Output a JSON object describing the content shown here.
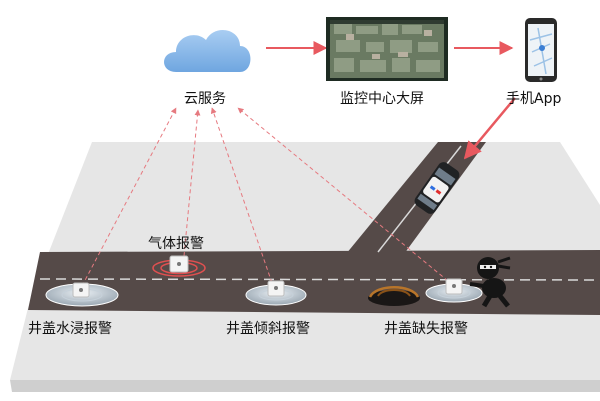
{
  "nodes": {
    "cloud": {
      "label": "云服务",
      "icon": "cloud-icon",
      "color": "#7fb3e8"
    },
    "monitor": {
      "label": "监控中心大屏",
      "icon": "monitor-screen-icon"
    },
    "phone": {
      "label": "手机App",
      "icon": "smartphone-icon"
    }
  },
  "sensors": [
    {
      "id": "gas",
      "label": "气体报警",
      "icon": "gas-sensor-icon"
    },
    {
      "id": "water",
      "label": "井盖水浸报警",
      "icon": "manhole-water-sensor-icon"
    },
    {
      "id": "tilt",
      "label": "井盖倾斜报警",
      "icon": "manhole-tilt-sensor-icon"
    },
    {
      "id": "missing",
      "label": "井盖缺失报警",
      "icon": "manhole-missing-sensor-icon"
    }
  ],
  "scene_icons": [
    "police-car-icon",
    "thief-ninja-icon",
    "open-manhole-icon"
  ],
  "colors": {
    "arrow": "#e8595f",
    "dashed_link": "#e67a80",
    "ground": "#e6e6e6",
    "road": "#554a48",
    "lane_line": "#d9d9d9",
    "alarm": "#e05050"
  }
}
